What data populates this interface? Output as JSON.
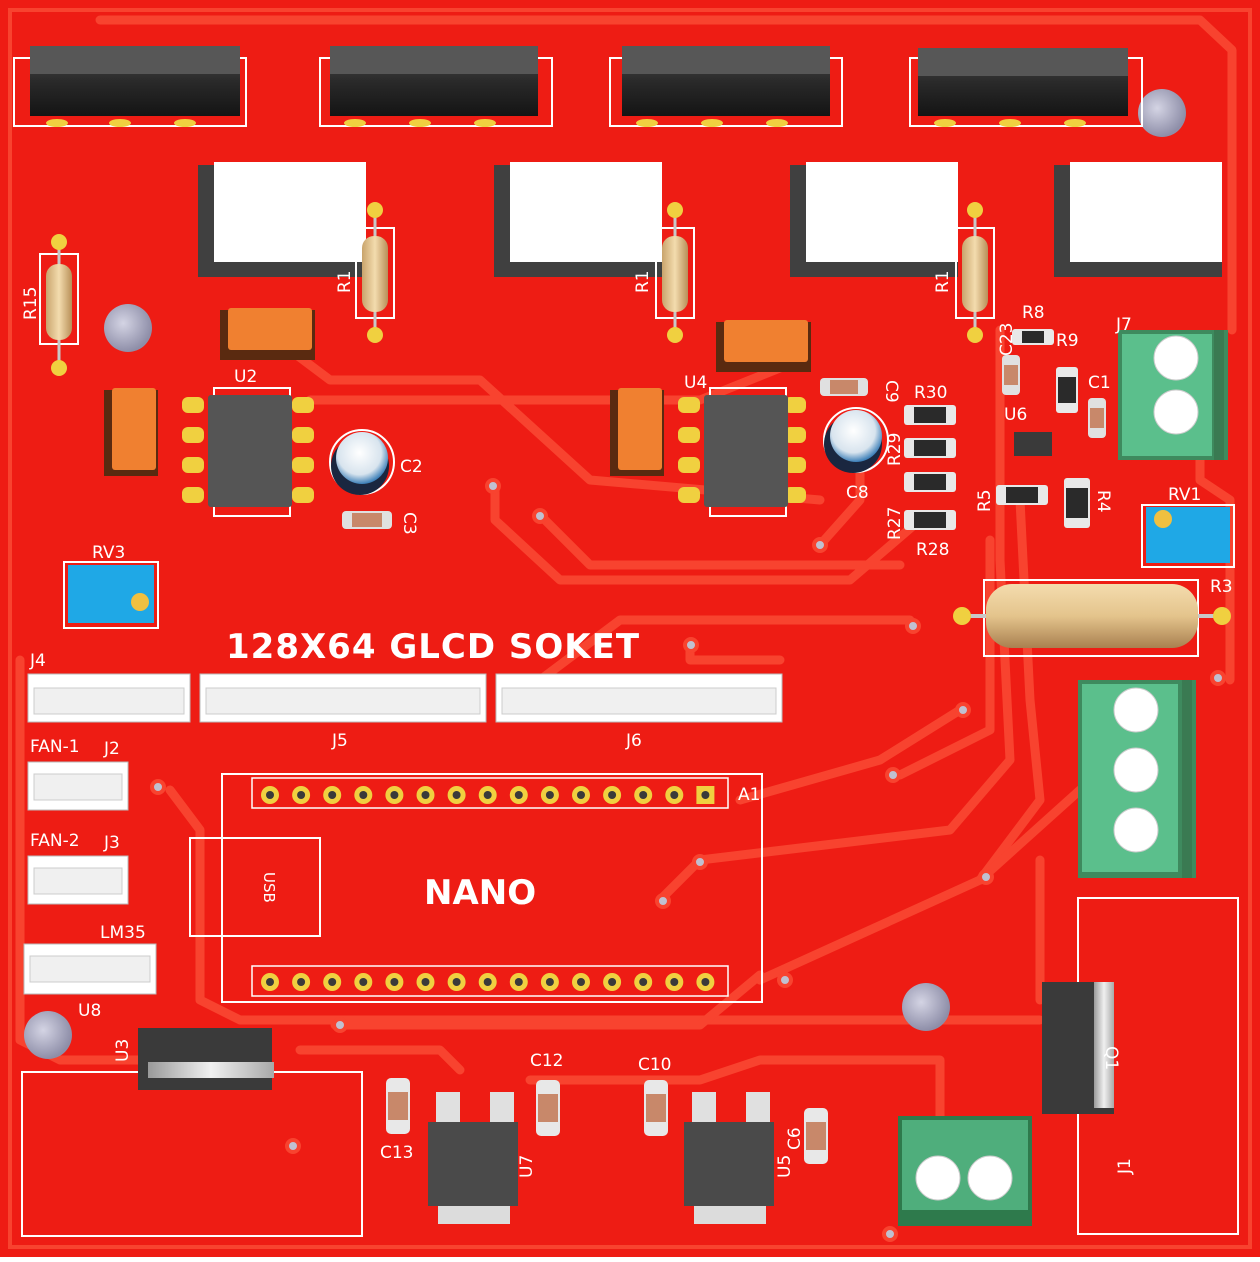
{
  "board": {
    "silkscreen": {
      "glcd_label": "128X64 GLCD SOKET",
      "nano_label": "NANO",
      "usb_label": "USB"
    },
    "designators": {
      "R15": "R15",
      "R1a": "R1",
      "R1b": "R1",
      "R1c": "R1",
      "U2": "U2",
      "U4": "U4",
      "U6": "U6",
      "U3": "U3",
      "U5": "U5",
      "U7": "U7",
      "U8": "U8",
      "C2": "C2",
      "C3": "C3",
      "C8": "C8",
      "C9": "C9",
      "C11": "C1",
      "C23": "C23",
      "C12": "C12",
      "C13": "C13",
      "C10": "C10",
      "C6": "C6",
      "R8": "R8",
      "R9": "R9",
      "R30": "R30",
      "R29": "R29",
      "R27": "R27",
      "R28": "R28",
      "R5": "R5",
      "R4": "R4",
      "R3": "R3",
      "RV1": "RV1",
      "RV3": "RV3",
      "J1": "J1",
      "J2": "J2",
      "J3": "J3",
      "J4": "J4",
      "J5": "J5",
      "J6": "J6",
      "J7": "J7",
      "A1": "A1",
      "FAN1": "FAN-1",
      "FAN2": "FAN-2",
      "LM35": "LM35",
      "Q1": "Q1"
    },
    "colors": {
      "pcb": "#ee1c14",
      "trace": "#f8432f",
      "silk": "#ffffff",
      "pad": "#f0d040",
      "terminal": "#5bbf8c",
      "trimmer": "#1fa8e6"
    }
  }
}
